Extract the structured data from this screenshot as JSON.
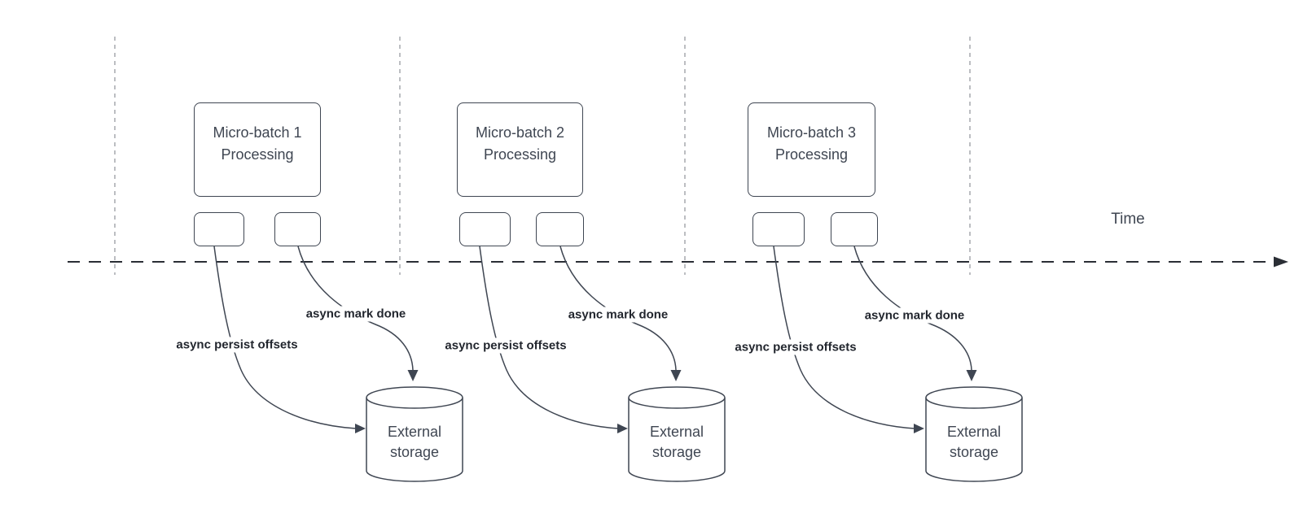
{
  "colors": {
    "stroke": "#3f4652",
    "guide_line": "#a6a9ae",
    "timeline": "#2a2e35",
    "label_text": "#22262e"
  },
  "time_axis": {
    "label": "Time"
  },
  "batches": [
    {
      "title": "Micro-batch 1\nProcessing",
      "persist_label": "async persist offsets",
      "mark_label": "async mark done",
      "storage_label": "External\nstorage"
    },
    {
      "title": "Micro-batch 2\nProcessing",
      "persist_label": "async persist offsets",
      "mark_label": "async mark done",
      "storage_label": "External\nstorage"
    },
    {
      "title": "Micro-batch 3\nProcessing",
      "persist_label": "async persist offsets",
      "mark_label": "async mark done",
      "storage_label": "External\nstorage"
    }
  ]
}
